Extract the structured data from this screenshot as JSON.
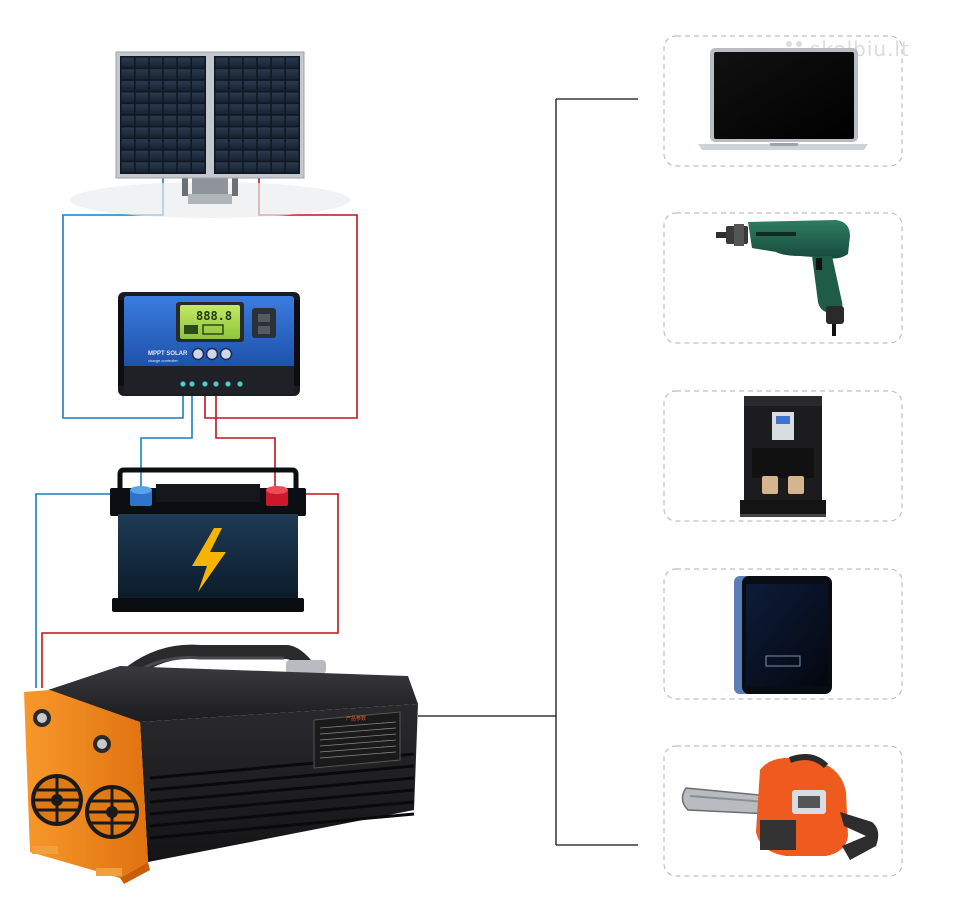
{
  "watermark": {
    "text": "skelbiu.lt",
    "icon": "dots-logo-icon"
  },
  "controller": {
    "display": "888.8",
    "brand": "MPPT SOLAR",
    "subtitle": "charge controller"
  },
  "inverter": {
    "label_title": "产品参数"
  },
  "colors": {
    "positive_wire": "#c0141c",
    "negative_wire": "#1a7fc0",
    "bus_line": "#111111",
    "inverter_accent": "#f28a1c",
    "panel_frame": "#b9bec4"
  },
  "devices": [
    {
      "name": "laptop",
      "icon": "laptop-icon"
    },
    {
      "name": "drill",
      "icon": "drill-icon"
    },
    {
      "name": "coffee-machine",
      "icon": "coffee-machine-icon"
    },
    {
      "name": "smartphone",
      "icon": "smartphone-icon"
    },
    {
      "name": "chainsaw",
      "icon": "chainsaw-icon"
    }
  ]
}
